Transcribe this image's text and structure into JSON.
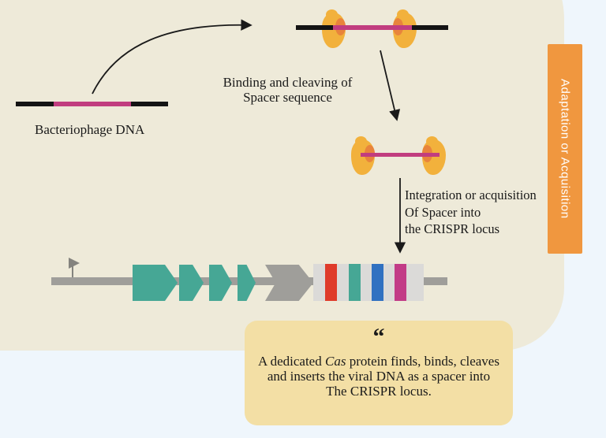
{
  "page": {
    "background_color": "#eff6fc",
    "panel_color": "#eeead9"
  },
  "bacteriophage": {
    "label": "Bacteriophage DNA"
  },
  "binding_step": {
    "line1": "Binding and cleaving of",
    "line2": "Spacer sequence"
  },
  "integration_step": {
    "line1": "Integration or acquisition",
    "line2": "Of Spacer into",
    "line3": "the CRISPR locus"
  },
  "sidebar_tab": {
    "label": "Adaptation or Acquisition",
    "color": "#f0973f",
    "text_color": "#ffffff"
  },
  "quote": {
    "mark": "“",
    "line1_pre": "A dedicated ",
    "line1_italic": "Cas",
    "line1_post": " protein finds, binds, cleaves",
    "line2": "and inserts the viral DNA as a spacer into",
    "line3": "The CRISPR locus."
  },
  "colors": {
    "dna_black": "#141414",
    "spacer_magenta": "#c13d7f",
    "cas_protein_yellow": "#f2b13c",
    "cas_protein_core_orange": "#e8843c",
    "cas_gene_teal": "#46a795",
    "locus_gray": "#9f9e9a",
    "repeat_light_gray": "#dbdad8",
    "arrow_black": "#1a1a1a",
    "promoter_gray": "#84837e"
  },
  "locus": {
    "spacers": [
      {
        "name": "spacer-red",
        "color": "#df3b2a"
      },
      {
        "name": "spacer-teal",
        "color": "#46a795"
      },
      {
        "name": "spacer-blue",
        "color": "#3071c1"
      },
      {
        "name": "spacer-new-magenta",
        "color": "#c23b87"
      }
    ]
  }
}
